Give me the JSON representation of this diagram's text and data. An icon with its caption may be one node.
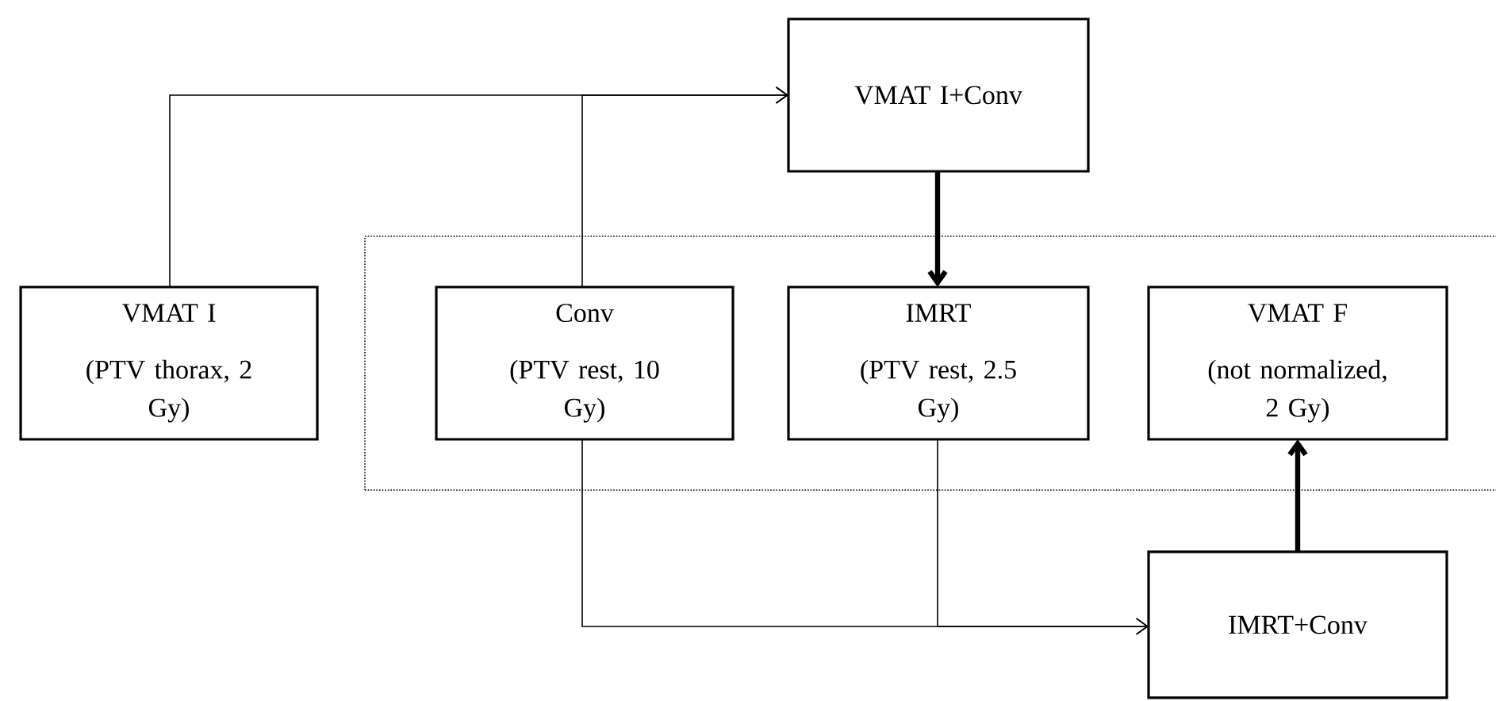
{
  "diagram": {
    "nodes": [
      {
        "text": [
          "VMAT I+Conv"
        ]
      },
      {
        "text": [
          "VMAT I",
          "(PTV thorax, 2 Gy)"
        ]
      },
      {
        "text": [],
        "shape": "box"
      },
      {
        "text": [
          "Conv",
          "(PTV rest, 10 Gy)"
        ],
        "in": 2
      },
      {
        "text": [
          "IMRT",
          "(PTV rest, 2.5 Gy)"
        ],
        "in": 2
      },
      {
        "text": [
          "VMAT F",
          "(not normalized, 2 Gy)"
        ],
        "in": 2
      },
      {
        "text": [
          "IMRT+Conv"
        ]
      }
    ],
    "edges": [
      {
        "from": 1,
        "to": 0,
        "arrow": "to"
      },
      {
        "from": 3,
        "to": 0,
        "arrow": "to"
      },
      {
        "from": 0,
        "to": 4,
        "arrow": "to",
        "style": "thick"
      },
      {
        "from": 3,
        "to": 6,
        "arrow": "to"
      },
      {
        "from": 4,
        "to": 6,
        "arrow": "to"
      },
      {
        "from": 6,
        "to": 5,
        "arrow": "to",
        "style": "thick"
      }
    ]
  }
}
